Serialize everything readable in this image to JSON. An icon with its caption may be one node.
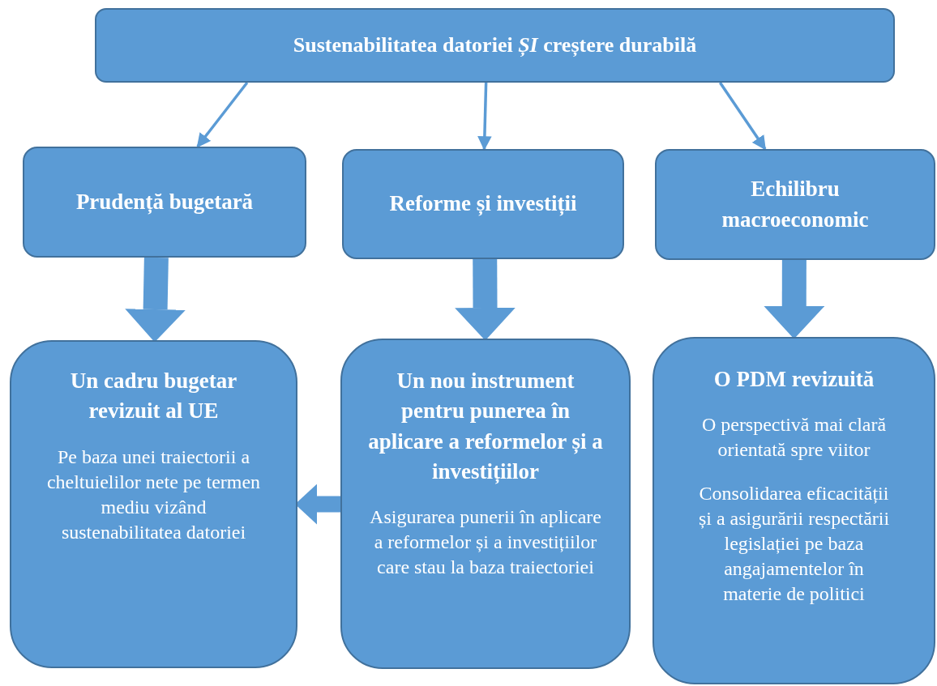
{
  "diagram": {
    "nodes": [
      {
        "text": [
          "Sustenabilitatea datoriei *ȘI* creștere durabilă"
        ]
      },
      {
        "text": [
          "Prudență bugetară"
        ]
      },
      {
        "text": [
          "Reforme și investiții"
        ]
      },
      {
        "text": [
          "Echilibru macroeconomic"
        ]
      },
      {
        "text": [
          "Un cadru bugetar revizuit al UE",
          "Pe baza unei traiectorii a cheltuielilor nete pe termen mediu vizând sustenabilitatea datoriei"
        ]
      },
      {
        "text": [
          "Un nou instrument pentru punerea în aplicare a reformelor și a investițiilor",
          "Asigurarea punerii în aplicare a reformelor și a investițiilor care stau la baza traiectoriei"
        ]
      },
      {
        "text": [
          "O PDM revizuită",
          "O perspectivă mai clară orientată spre viitor",
          "Consolidarea eficacității și a asigurării respectării legislației pe baza angajamentelor în materie de politici"
        ]
      }
    ],
    "edges": [
      {
        "from": 0,
        "to": 1,
        "arrow": "to"
      },
      {
        "from": 0,
        "to": 2,
        "arrow": "to"
      },
      {
        "from": 0,
        "to": 3,
        "arrow": "to"
      },
      {
        "from": 1,
        "to": 4,
        "arrow": "to"
      },
      {
        "from": 2,
        "to": 5,
        "arrow": "to"
      },
      {
        "from": 3,
        "to": 6,
        "arrow": "to"
      },
      {
        "from": 5,
        "to": 4,
        "arrow": "to"
      }
    ]
  }
}
